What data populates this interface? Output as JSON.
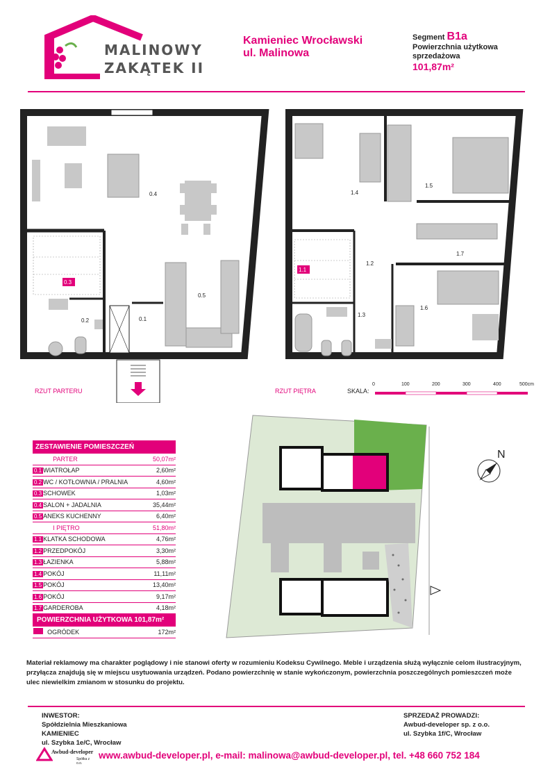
{
  "logo": {
    "line1": "MALINOWY",
    "line2": "ZAKĄTEK II"
  },
  "location": {
    "city": "Kamieniec Wrocławski",
    "street": "ul. Malinowa"
  },
  "segment": {
    "label": "Segment",
    "code": "B1a",
    "area_label_1": "Powierzchnia użytkowa",
    "area_label_2": "sprzedażowa",
    "area_value": "101,87m²"
  },
  "plans": {
    "ground_label": "RZUT PARTERU",
    "floor_label": "RZUT PIĘTRA",
    "ground_rooms": [
      "0.1",
      "0.2",
      "0.3",
      "0.4",
      "0.5"
    ],
    "floor_rooms": [
      "1.1",
      "1.2",
      "1.3",
      "1.4",
      "1.5",
      "1.6",
      "1.7"
    ]
  },
  "scale": {
    "label": "SKALA:",
    "ticks": [
      "0",
      "100",
      "200",
      "300",
      "400",
      "500cm"
    ]
  },
  "rooms_table": {
    "title": "ZESTAWIENIE POMIESZCZEŃ",
    "ground": {
      "name": "PARTER",
      "area": "50,07m²"
    },
    "ground_rows": [
      {
        "num": "0.1",
        "name": "WIATROŁAP",
        "area": "2,60m²"
      },
      {
        "num": "0.2",
        "name": "WC  / KOTŁOWNIA / PRALNIA",
        "area": "4,60m²"
      },
      {
        "num": "0.3",
        "name": "SCHOWEK",
        "area": "1,03m²"
      },
      {
        "num": "0.4",
        "name": "SALON + JADALNIA",
        "area": "35,44m²"
      },
      {
        "num": "0.5",
        "name": "ANEKS KUCHENNY",
        "area": "6,40m²"
      }
    ],
    "floor": {
      "name": "I PIĘTRO",
      "area": "51,80m²"
    },
    "floor_rows": [
      {
        "num": "1.1",
        "name": "KLATKA SCHODOWA",
        "area": "4,76m²"
      },
      {
        "num": "1.2",
        "name": "PRZEDPOKÓJ",
        "area": "3,30m²"
      },
      {
        "num": "1.3",
        "name": "ŁAZIENKA",
        "area": "5,88m²"
      },
      {
        "num": "1.4",
        "name": "POKÓJ",
        "area": "11,11m²"
      },
      {
        "num": "1.5",
        "name": "POKÓJ",
        "area": "13,40m²"
      },
      {
        "num": "1.6",
        "name": "POKÓJ",
        "area": "9,17m²"
      },
      {
        "num": "1.7",
        "name": "GARDEROBA",
        "area": "4,18m²"
      }
    ],
    "total_label": "POWIERZCHNIA UŻYTKOWA",
    "total_value": "101,87m²",
    "garden_label": "OGRÓDEK",
    "garden_value": "172m²"
  },
  "compass": {
    "label": "N"
  },
  "disclaimer": "Materiał reklamowy ma charakter poglądowy i nie stanowi oferty w rozumieniu Kodeksu Cywilnego. Meble i urządzenia służą wyłącznie celom ilustracyjnym, przyłącza znajdują się w miejscu usytuowania urządzeń.  Podano powierzchnię w stanie wykończonym, powierzchnia poszczególnych pomieszczeń może ulec niewielkim zmianom w stosunku do projektu.",
  "investor": {
    "heading": "INWESTOR:",
    "line1": "Spółdzielnia Mieszkaniowa",
    "line2": "KAMIENIEC",
    "line3": "ul. Szybka 1e/C, Wrocław"
  },
  "seller": {
    "heading": "SPRZEDAŻ PROWADZI:",
    "line1": "Awbud-developer sp. z o.o.",
    "line2": "ul. Szybka 1f/C, Wrocław"
  },
  "footer_logo": {
    "name": "Awbud-developer",
    "sub": "Spółka z o.o."
  },
  "contact": "www.awbud-developer.pl, e-mail: malinowa@awbud-developer.pl, tel. +48 660 752 184",
  "colors": {
    "accent": "#e2007a",
    "wall": "#222222",
    "furniture": "#c8c8c8",
    "garden": "#6ab04c",
    "lawn": "#dde9d5"
  }
}
